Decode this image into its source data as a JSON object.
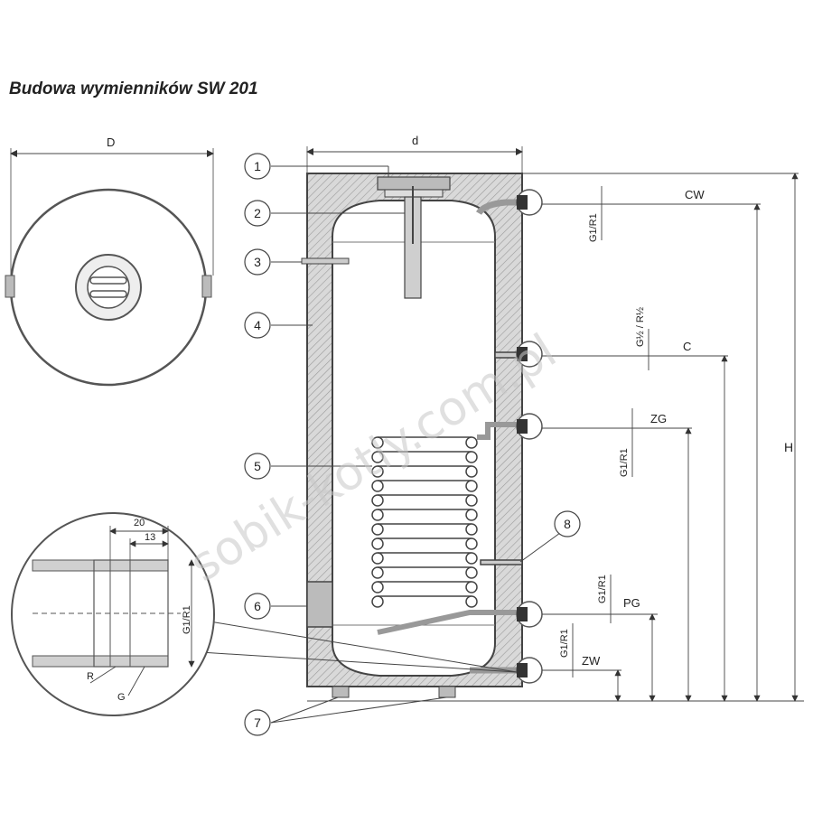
{
  "title": "Budowa wymienników SW 201",
  "top_view": {
    "dim_label": "D"
  },
  "section_view": {
    "dim_label": "d",
    "height_label": "H"
  },
  "callouts": [
    "1",
    "2",
    "3",
    "4",
    "5",
    "6",
    "7",
    "8"
  ],
  "connections": [
    {
      "label": "CW",
      "thread": "G1/R1"
    },
    {
      "label": "C",
      "thread": "G½ / R½"
    },
    {
      "label": "ZG",
      "thread": "G1/R1"
    },
    {
      "label": "PG",
      "thread": "G1/R1"
    },
    {
      "label": "ZW",
      "thread": "G1/R1"
    }
  ],
  "detail": {
    "dim_outer": "20",
    "dim_inner": "13",
    "thread_label": "G1/R1",
    "label_r": "R",
    "label_g": "G"
  },
  "watermark": "sobik-kotly.com.pl"
}
